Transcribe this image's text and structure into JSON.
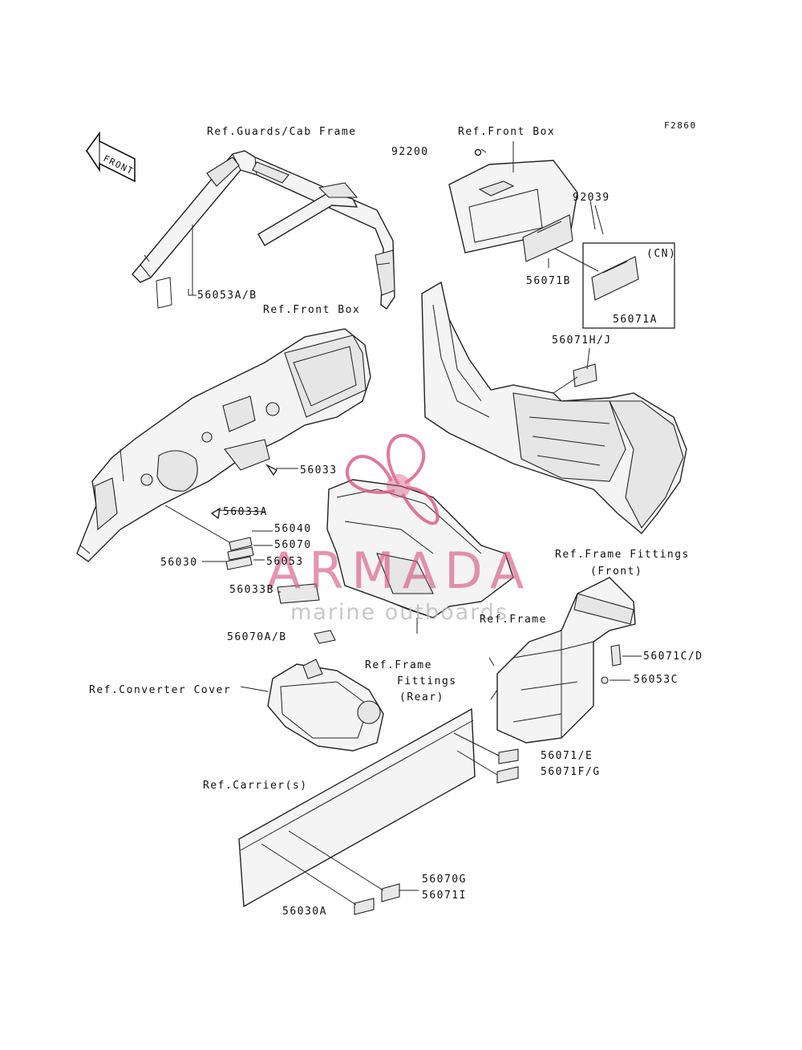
{
  "code": "F2860",
  "front_arrow": "FRONT",
  "labels": {
    "guards_cab": "Ref.Guards/Cab Frame",
    "front_box_top": "Ref.Front Box",
    "p92200": "92200",
    "p92039": "92039",
    "cn": "(CN)",
    "p56071B": "56071B",
    "p56071A": "56071A",
    "p56053AB": "56053A/B",
    "front_box_mid": "Ref.Front Box",
    "p56071HJ": "56071H/J",
    "p56033": "56033",
    "p56033A": "56033A",
    "p56040": "56040",
    "p56070": "56070",
    "p56030": "56030",
    "p56053": "56053",
    "p56033B": "56033B",
    "p56070AB": "56070A/B",
    "frame_fittings_front_1": "Ref.Frame Fittings",
    "frame_fittings_front_2": "(Front)",
    "frame": "Ref.Frame",
    "p56071CD": "56071C/D",
    "p56053C": "56053C",
    "frame_fittings_rear_1": "Ref.Frame",
    "frame_fittings_rear_2": "Fittings",
    "frame_fittings_rear_3": "(Rear)",
    "converter_cover": "Ref.Converter Cover",
    "p56071E": "56071/E",
    "p56071FG": "56071F/G",
    "carrier": "Ref.Carrier(s)",
    "p56070G": "56070G",
    "p56071I": "56071I",
    "p56030A": "56030A"
  },
  "watermark": {
    "brand": "ARMADA",
    "tagline": "marine outboards",
    "color": "#d9537f"
  }
}
